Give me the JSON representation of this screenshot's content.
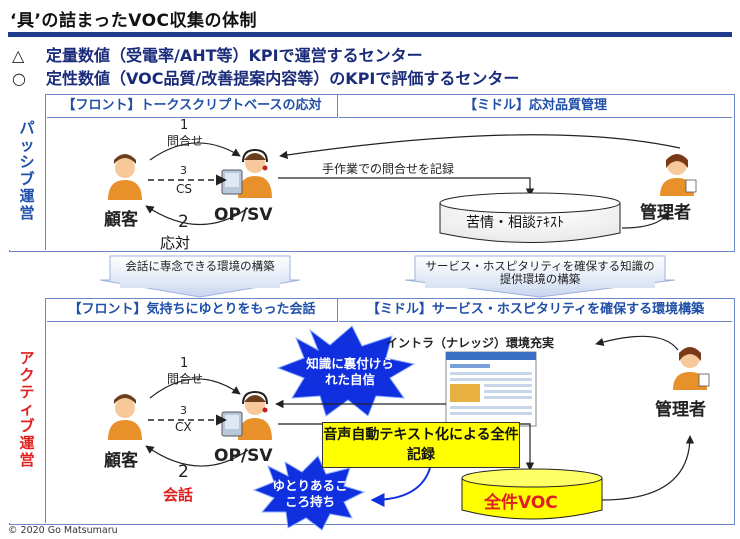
{
  "title": "‘具’の詰まったVOC収集の体制",
  "kpi": [
    {
      "mark": "△",
      "text": "定量数値（受電率/AHT等）KPIで運営するセンター"
    },
    {
      "mark": "○",
      "text": "定性数値（VOC品質/改善提案内容等）のKPIで評価するセンター"
    }
  ],
  "passive": {
    "side_label": "パッシブ運営",
    "front_header": "【フロント】トークスクリプトベースの応対",
    "middle_header": "【ミドル】応対品質管理",
    "step1_num": "1",
    "step1_label": "問合せ",
    "step3_num": "3",
    "step3_label": "CS",
    "step2_num": "2",
    "step2_label": "応対",
    "customer": "顧客",
    "operator": "OP/SV",
    "manual_record": "手作業での問合せを記録",
    "db_label": "苦情・相談ﾃｷｽﾄ",
    "manager": "管理者"
  },
  "bands": {
    "left": "会話に専念できる環境の構築",
    "right": "サービス・ホスピタリティを確保する知識の提供環境の構築"
  },
  "active": {
    "side_label": "アクティブ運営",
    "front_header": "【フロント】気持ちにゆとりをもった会話",
    "middle_header": "【ミドル】サービス・ホスピタリティを確保する環境構築",
    "step1_num": "1",
    "step1_label": "問合せ",
    "step3_num": "3",
    "step3_label": "CX",
    "step2_num": "2",
    "step2_label": "会話",
    "customer": "顧客",
    "operator": "OP/SV",
    "intranet": "イントラ（ナレッジ）環境充実",
    "star_confidence": "知識に裏付けられた自信",
    "star_relax": "ゆとりあるこころ持ち",
    "auto_text": "音声自動テキスト化による全件記録",
    "db_label": "全件VOC",
    "manager": "管理者"
  },
  "copyright": "© 2020 Go Matsumaru",
  "colors": {
    "accent_blue": "#1f4fa8",
    "title_rule": "#1f3b8c",
    "star_blue": "#1030e0",
    "highlight_yellow": "#ffff00",
    "alert_red": "#e02020",
    "person_orange": "#e8902a"
  }
}
